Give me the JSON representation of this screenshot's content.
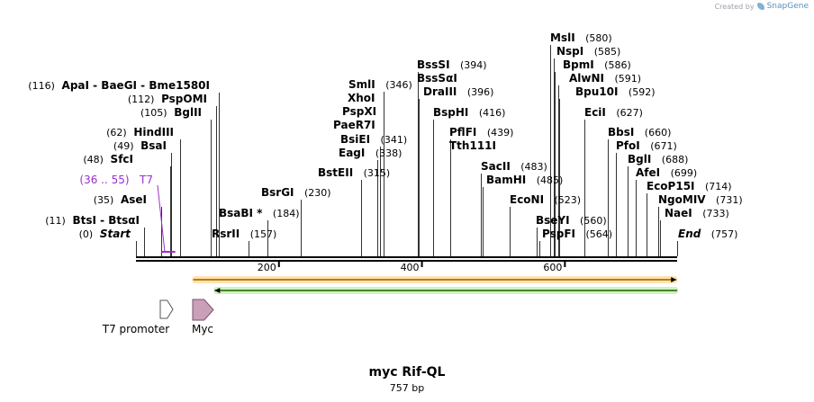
{
  "credit": {
    "prefix": "Created by",
    "brand": "SnapGene"
  },
  "sequence": {
    "name": "myc Rif-QL",
    "length_label": "757 bp",
    "length": 757
  },
  "ruler": {
    "ticks": [
      {
        "pos": 200,
        "label": "200"
      },
      {
        "pos": 400,
        "label": "400"
      },
      {
        "pos": 600,
        "label": "600"
      }
    ]
  },
  "sites": [
    {
      "id": "start",
      "pos": 0,
      "pos_label": "(0)",
      "name": "Start",
      "italic": true,
      "side": "left"
    },
    {
      "id": "btsi",
      "pos": 11,
      "pos_label": "(11)",
      "name": "BtsI  -  BtsαI",
      "side": "left"
    },
    {
      "id": "asei",
      "pos": 35,
      "pos_label": "(35)",
      "name": "AseI",
      "side": "left"
    },
    {
      "id": "sfci",
      "pos": 48,
      "pos_label": "(48)",
      "name": "SfcI",
      "side": "left"
    },
    {
      "id": "bsai",
      "pos": 49,
      "pos_label": "(49)",
      "name": "BsaI",
      "side": "left"
    },
    {
      "id": "hindiii",
      "pos": 62,
      "pos_label": "(62)",
      "name": "HindIII",
      "side": "left"
    },
    {
      "id": "bglii",
      "pos": 105,
      "pos_label": "(105)",
      "name": "BglII",
      "side": "left"
    },
    {
      "id": "pspomi",
      "pos": 112,
      "pos_label": "(112)",
      "name": "PspOMI",
      "side": "left"
    },
    {
      "id": "apai",
      "pos": 116,
      "pos_label": "(116)",
      "name": "ApaI  -  BaeGI  -  Bme1580I",
      "side": "left"
    },
    {
      "id": "rsrii",
      "pos": 157,
      "pos_label": "(157)",
      "name": "RsrII",
      "side": "right"
    },
    {
      "id": "bsabi",
      "pos": 184,
      "pos_label": "(184)",
      "name": "BsaBI *",
      "side": "right"
    },
    {
      "id": "bsrgi",
      "pos": 230,
      "pos_label": "(230)",
      "name": "BsrGI",
      "side": "right"
    },
    {
      "id": "bsteii",
      "pos": 315,
      "pos_label": "(315)",
      "name": "BstEII",
      "side": "right"
    },
    {
      "id": "eagi",
      "pos": 338,
      "pos_label": "(338)",
      "name": "EagI",
      "side": "right"
    },
    {
      "id": "bsiei",
      "pos": 341,
      "pos_label": "(341)",
      "name": "BsiEI",
      "side": "right"
    },
    {
      "id": "paer7i",
      "pos": 346,
      "pos_label": "",
      "name": "PaeR7I",
      "side": "right"
    },
    {
      "id": "pspxi",
      "pos": 346,
      "pos_label": "",
      "name": "PspXI",
      "side": "right"
    },
    {
      "id": "xhoi",
      "pos": 346,
      "pos_label": "",
      "name": "XhoI",
      "side": "right"
    },
    {
      "id": "smli",
      "pos": 346,
      "pos_label": "(346)",
      "name": "SmlI",
      "side": "right"
    },
    {
      "id": "bsssi",
      "pos": 394,
      "pos_label": "(394)",
      "name": "BssSI",
      "side": "left"
    },
    {
      "id": "bsssai",
      "pos": 394,
      "pos_label": "",
      "name": "BssSαI",
      "side": "left"
    },
    {
      "id": "draiii",
      "pos": 396,
      "pos_label": "(396)",
      "name": "DraIII",
      "side": "left"
    },
    {
      "id": "bsphi",
      "pos": 416,
      "pos_label": "(416)",
      "name": "BspHI",
      "side": "left"
    },
    {
      "id": "pflfi",
      "pos": 439,
      "pos_label": "(439)",
      "name": "PflFI",
      "side": "left"
    },
    {
      "id": "tth111i",
      "pos": 439,
      "pos_label": "",
      "name": "Tth111I",
      "side": "left"
    },
    {
      "id": "sacii",
      "pos": 483,
      "pos_label": "(483)",
      "name": "SacII",
      "side": "left"
    },
    {
      "id": "bamhi",
      "pos": 485,
      "pos_label": "(485)",
      "name": "BamHI",
      "side": "left"
    },
    {
      "id": "econi",
      "pos": 523,
      "pos_label": "(523)",
      "name": "EcoNI",
      "side": "left"
    },
    {
      "id": "bseyi",
      "pos": 560,
      "pos_label": "(560)",
      "name": "BseYI",
      "side": "left"
    },
    {
      "id": "pspfi",
      "pos": 564,
      "pos_label": "(564)",
      "name": "PspFI",
      "side": "left"
    },
    {
      "id": "msli",
      "pos": 580,
      "pos_label": "(580)",
      "name": "MslI",
      "side": "left"
    },
    {
      "id": "nspi",
      "pos": 585,
      "pos_label": "(585)",
      "name": "NspI",
      "side": "left"
    },
    {
      "id": "bpmi",
      "pos": 586,
      "pos_label": "(586)",
      "name": "BpmI",
      "side": "left"
    },
    {
      "id": "alwni",
      "pos": 591,
      "pos_label": "(591)",
      "name": "AlwNI",
      "side": "left"
    },
    {
      "id": "bpu10i",
      "pos": 592,
      "pos_label": "(592)",
      "name": "Bpu10I",
      "side": "left"
    },
    {
      "id": "ecii",
      "pos": 627,
      "pos_label": "(627)",
      "name": "EciI",
      "side": "left"
    },
    {
      "id": "bbsi",
      "pos": 660,
      "pos_label": "(660)",
      "name": "BbsI",
      "side": "left"
    },
    {
      "id": "pfoi",
      "pos": 671,
      "pos_label": "(671)",
      "name": "PfoI",
      "side": "left"
    },
    {
      "id": "bgli",
      "pos": 688,
      "pos_label": "(688)",
      "name": "BglI",
      "side": "left"
    },
    {
      "id": "afei",
      "pos": 699,
      "pos_label": "(699)",
      "name": "AfeI",
      "side": "left"
    },
    {
      "id": "ecop15i",
      "pos": 714,
      "pos_label": "(714)",
      "name": "EcoP15I",
      "side": "left"
    },
    {
      "id": "ngomiv",
      "pos": 731,
      "pos_label": "(731)",
      "name": "NgoMIV",
      "side": "left"
    },
    {
      "id": "naei",
      "pos": 733,
      "pos_label": "(733)",
      "name": "NaeI",
      "side": "left"
    },
    {
      "id": "end",
      "pos": 757,
      "pos_label": "(757)",
      "name": "End",
      "italic": true,
      "side": "left"
    }
  ],
  "primer": {
    "name": "T7",
    "range_label": "(36 .. 55)",
    "start": 36,
    "end": 55,
    "color": "#9b30c8"
  },
  "features": [
    {
      "id": "t7-promoter",
      "name": "T7 promoter",
      "start": 36,
      "end": 55,
      "direction": "forward",
      "fill": "#ffffff",
      "stroke": "#555555"
    },
    {
      "id": "myc",
      "name": "Myc",
      "start": 80,
      "end": 110,
      "direction": "forward",
      "fill": "#c9a0b8",
      "stroke": "#7a4f6b"
    }
  ],
  "orfs": [
    {
      "id": "orf-forward",
      "start": 80,
      "end": 756,
      "direction": "forward",
      "color": "#f5a623",
      "glow": "#fde3b0"
    },
    {
      "id": "orf-reverse",
      "start": 110,
      "end": 757,
      "direction": "reverse",
      "color": "#5fb336",
      "glow": "#d2f0c2"
    }
  ],
  "colors": {
    "backbone": "#000000",
    "primer": "#9b30c8",
    "label": "#000000"
  }
}
